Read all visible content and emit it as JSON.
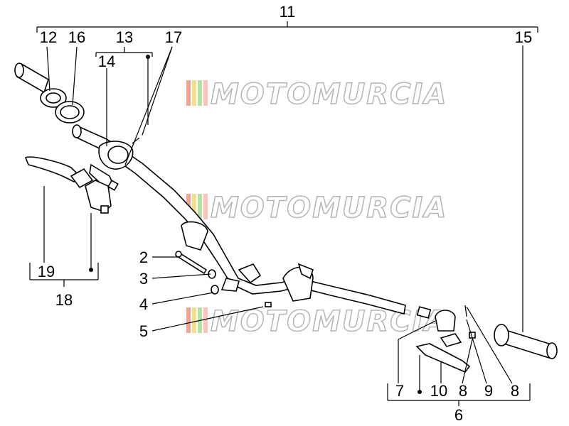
{
  "diagram": {
    "watermark_text": "MOTOMURCIA",
    "callouts": {
      "n11": "11",
      "n12": "12",
      "n16": "16",
      "n13": "13",
      "n17": "17",
      "n14": "14",
      "n15": "15",
      "n2": "2",
      "n3": "3",
      "n4": "4",
      "n5": "5",
      "n19": "19",
      "n18": "18",
      "n7": "7",
      "n10": "10",
      "n8a": "8",
      "n9": "9",
      "n8b": "8",
      "n6": "6"
    },
    "colors": {
      "line": "#000000",
      "watermark": "#b5b5b5",
      "stripe_red": "#e85a3a",
      "stripe_yellow": "#f3c22b",
      "stripe_green": "#7cc35a"
    }
  }
}
